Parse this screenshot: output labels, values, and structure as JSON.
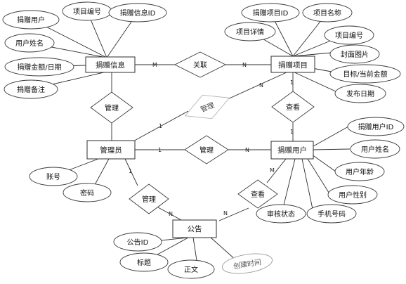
{
  "entities": {
    "donation_info": "捐赠信息",
    "donation_project": "捐赠项目",
    "admin": "管理员",
    "donor_user": "捐赠用户",
    "notice": "公告"
  },
  "relationships": {
    "associate": "关联",
    "manage_info": "管理",
    "manage_project": "管理",
    "view_project": "查看",
    "manage_user": "管理",
    "manage_notice": "管理",
    "view_notice": "查看"
  },
  "attributes": {
    "donation_info": [
      "捐赠用户",
      "项目编号",
      "捐赠信息ID",
      "用户姓名",
      "捐赠金额/日期",
      "捐赠备注"
    ],
    "donation_project": [
      "捐赠项目ID",
      "项目名称",
      "项目详情",
      "项目编号",
      "封面图片",
      "目标/当前金额",
      "发布日期"
    ],
    "donor_user": [
      "捐赠用户ID",
      "用户姓名",
      "用户年龄",
      "用户性别",
      "手机号码",
      "审核状态"
    ],
    "admin": [
      "账号",
      "密码"
    ],
    "notice": [
      "公告ID",
      "标题",
      "正文",
      "创建时间"
    ]
  },
  "cardinality": {
    "info_associate": "M",
    "associate_project": "N",
    "project_manage": "N",
    "admin_manage_project": "1",
    "project_view": "1",
    "view_user": "1",
    "admin_manage_user": "1",
    "manage_user": "N",
    "admin_manage_notice": "1",
    "manage_notice": "N",
    "notice_view": "N",
    "view_user_m": "M"
  }
}
